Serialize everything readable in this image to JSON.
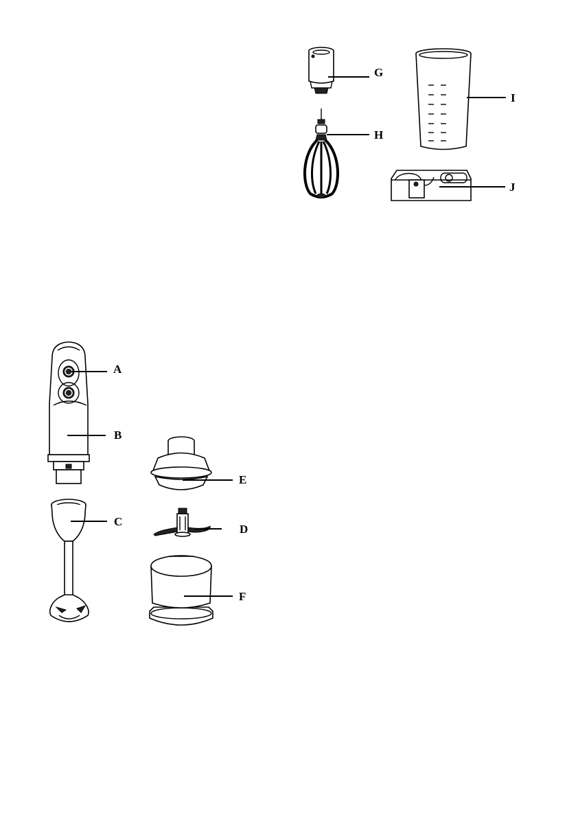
{
  "labels": {
    "A": "A",
    "B": "B",
    "C": "C",
    "D": "D",
    "E": "E",
    "F": "F",
    "G": "G",
    "H": "H",
    "I": "I",
    "J": "J"
  }
}
